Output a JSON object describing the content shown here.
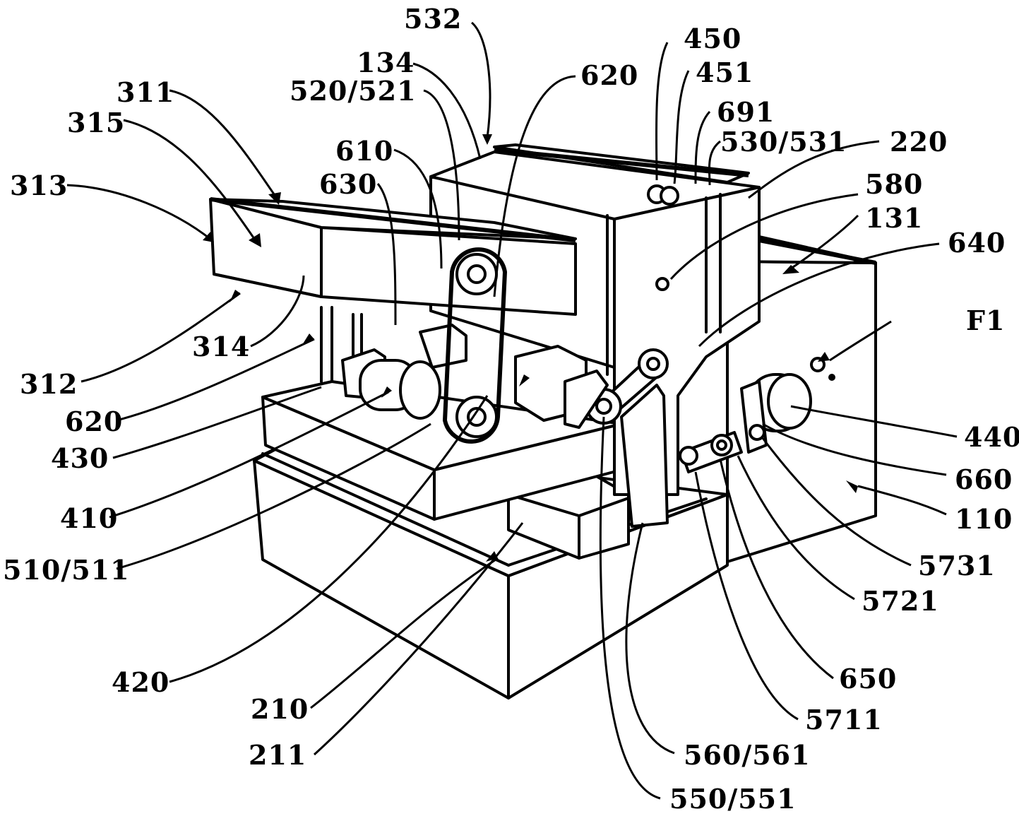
{
  "figure": {
    "labels": [
      {
        "id": "l532",
        "text": "532"
      },
      {
        "id": "l134",
        "text": "134"
      },
      {
        "id": "l520",
        "text": "520/521"
      },
      {
        "id": "l620a",
        "text": "620"
      },
      {
        "id": "l450",
        "text": "450"
      },
      {
        "id": "l451",
        "text": "451"
      },
      {
        "id": "l691",
        "text": "691"
      },
      {
        "id": "l530",
        "text": "530/531"
      },
      {
        "id": "l220",
        "text": "220"
      },
      {
        "id": "l311",
        "text": "311"
      },
      {
        "id": "l315",
        "text": "315"
      },
      {
        "id": "l313",
        "text": "313"
      },
      {
        "id": "l610",
        "text": "610"
      },
      {
        "id": "l630",
        "text": "630"
      },
      {
        "id": "l580",
        "text": "580"
      },
      {
        "id": "l131",
        "text": "131"
      },
      {
        "id": "l640",
        "text": "640"
      },
      {
        "id": "lF1",
        "text": "F1"
      },
      {
        "id": "l314",
        "text": "314"
      },
      {
        "id": "l312",
        "text": "312"
      },
      {
        "id": "l620b",
        "text": "620"
      },
      {
        "id": "l430",
        "text": "430"
      },
      {
        "id": "l440",
        "text": "440"
      },
      {
        "id": "l660",
        "text": "660"
      },
      {
        "id": "l410",
        "text": "410"
      },
      {
        "id": "l110",
        "text": "110"
      },
      {
        "id": "l510",
        "text": "510/511"
      },
      {
        "id": "l5731",
        "text": "5731"
      },
      {
        "id": "l5721",
        "text": "5721"
      },
      {
        "id": "l420",
        "text": "420"
      },
      {
        "id": "l650",
        "text": "650"
      },
      {
        "id": "l210",
        "text": "210"
      },
      {
        "id": "l5711",
        "text": "5711"
      },
      {
        "id": "l211",
        "text": "211"
      },
      {
        "id": "l560",
        "text": "560/561"
      },
      {
        "id": "l550",
        "text": "550/551"
      }
    ]
  }
}
